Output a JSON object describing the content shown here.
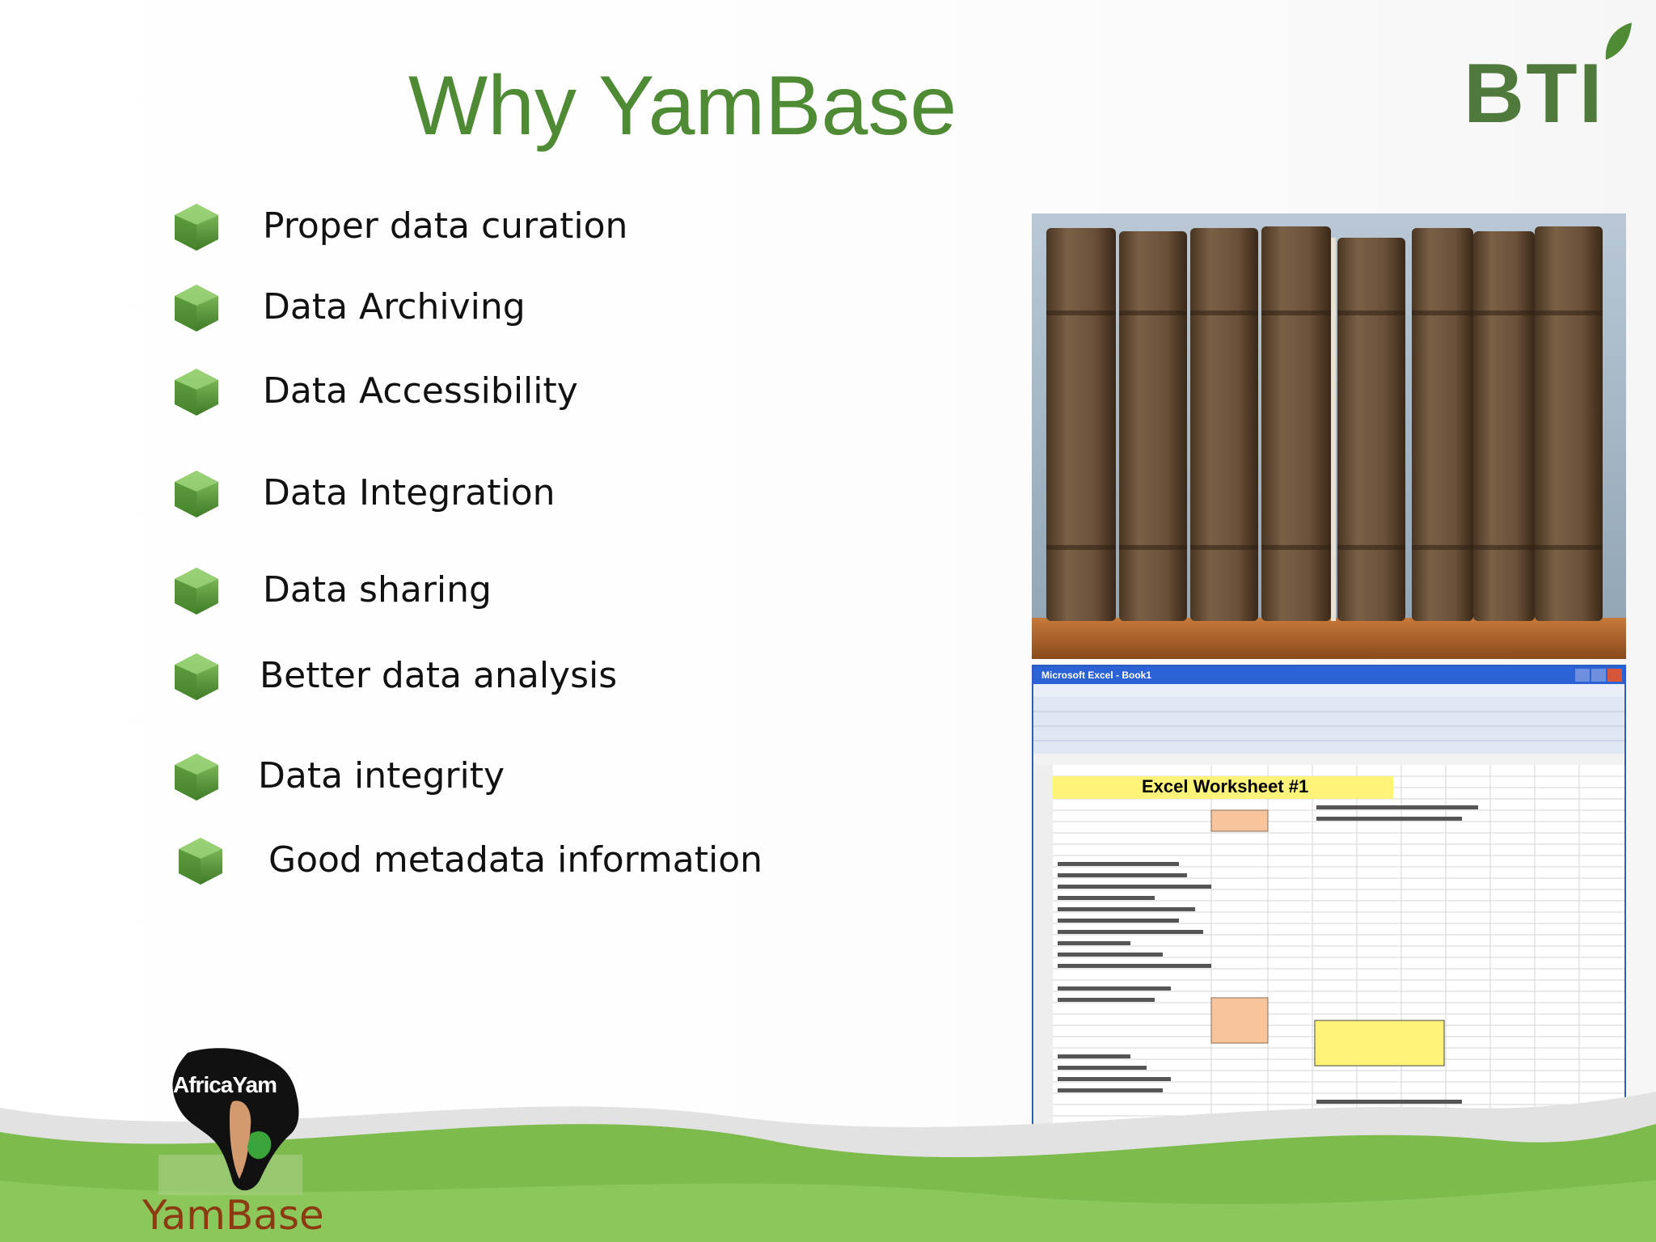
{
  "slide": {
    "title": "Why YamBase",
    "logo_text": "BTI",
    "bullets": [
      "Proper data curation",
      "Data Archiving",
      "Data Accessibility",
      "Data Integration",
      "Data sharing",
      "Better data analysis",
      "Data integrity",
      "Good metadata information"
    ],
    "footer": {
      "org_badge": "AfricaYam",
      "product": "YamBase"
    },
    "excel_window": {
      "window_title": "Microsoft Excel - Book1",
      "sheet_title": "Excel Worksheet #1"
    },
    "colors": {
      "title": "#4f8a34",
      "bullet_gem": "#5a9a3a",
      "footer_wave": "#7dbb4c",
      "product_text": "#8b3a12",
      "excel_highlight": "#fff37a",
      "excel_cell_orange": "#f8c49c"
    }
  }
}
